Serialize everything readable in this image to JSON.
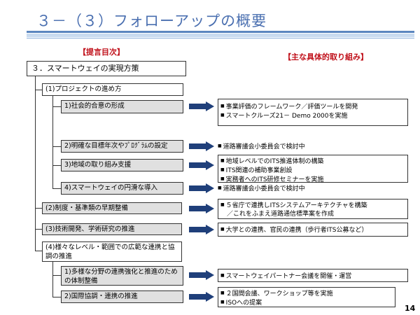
{
  "title": "３－（３）フォローアップの概要",
  "headers": {
    "left": "【提言目次】",
    "right": "【主な具体的取り組み】"
  },
  "root": "３．スマートウェイの実現方策",
  "tree": {
    "n1": "(1)プロジェクトの進め方",
    "n1_1": "1)社会的合意の形成",
    "n1_2": "2)明確な目標年次やﾌﾟﾛｸﾞﾗﾑの設定",
    "n1_3": "3)地域の取り組み支援",
    "n1_4": "4)スマートウェイの円滑な導入",
    "n2": "(2)制度・基準類の早期整備",
    "n3": "(3)技術開発、学術研究の推進",
    "n4": "(4)様々なレベル・範囲での広範な連携と協調の推進",
    "n4_1": "1)多様な分野の連携強化と推進のための体制整備",
    "n4_2": "2)国際協調・連携の推進"
  },
  "details": {
    "d1": [
      "事業評価のフレームワーク／評価ツールを開発",
      "スマートクルーズ21－ Demo 2000を実施"
    ],
    "d2": "道路審議会小委員会で検討中",
    "d3": [
      "地域レベルでのITS推進体制の構築",
      "ITS関連の補助事業創設",
      "実務者へのITS研修セミナーを実施"
    ],
    "d4": "道路審議会小委員会で検討中",
    "d5": [
      "５省庁で連携しITSシステムアーキテクチャを構築",
      "／これをふまえ道路通信標準案を作成"
    ],
    "d6": "大学との連携、官民の連携（歩行者ITS公募など）",
    "d7": "スマートウェイパートナー会議を開催・運営",
    "d8": [
      "２国間会議、ワークショップ等を実施",
      "ISOへの提案"
    ]
  },
  "page_number": "14",
  "colors": {
    "title": "#4a6fb0",
    "header": "#c0101a",
    "arrow": "#1f3f7a",
    "node_fill": "#e0e0e0"
  }
}
